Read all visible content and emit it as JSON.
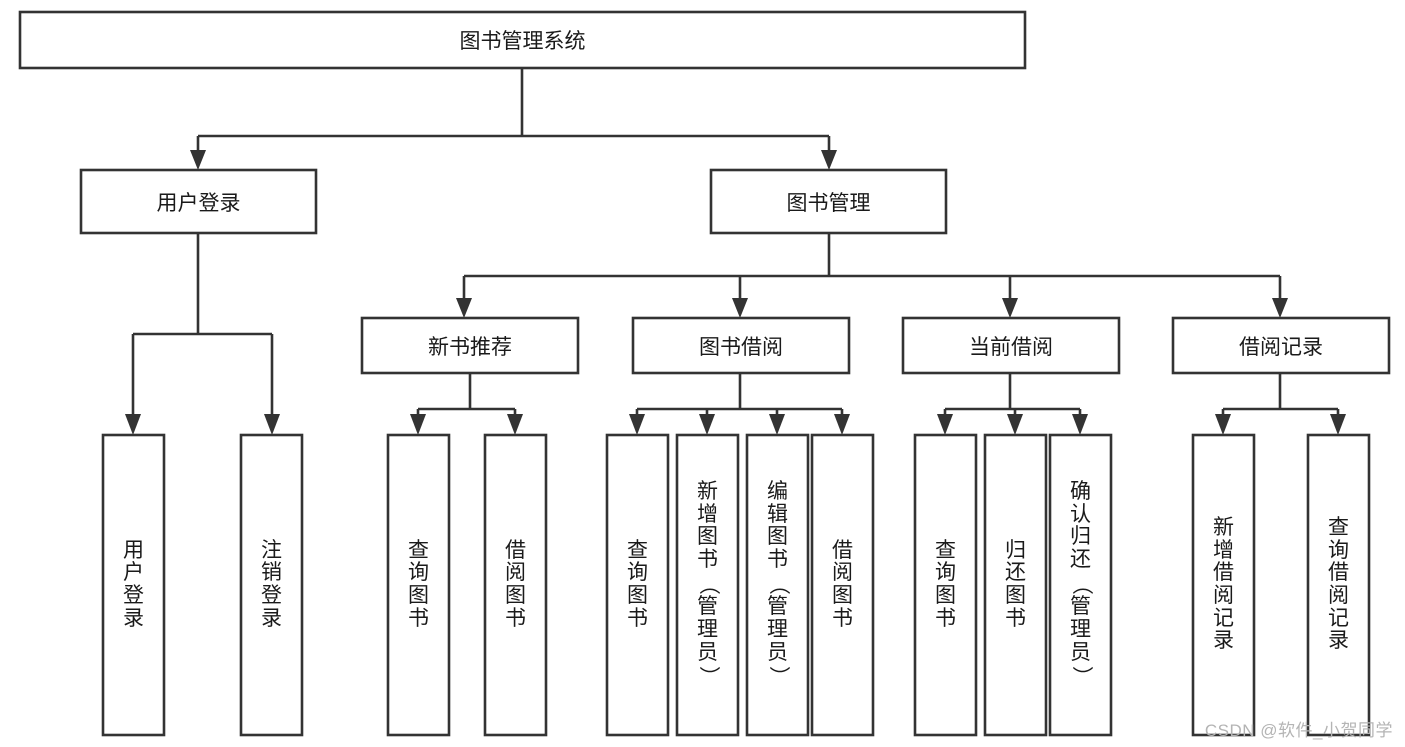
{
  "diagram": {
    "title": "图书管理系统",
    "type": "hierarchy-tree",
    "root": {
      "label": "图书管理系统",
      "children": [
        {
          "label": "用户登录",
          "children": [
            {
              "label": "用户登录"
            },
            {
              "label": "注销登录"
            }
          ]
        },
        {
          "label": "图书管理",
          "children": [
            {
              "label": "新书推荐",
              "children": [
                {
                  "label": "查询图书"
                },
                {
                  "label": "借阅图书"
                }
              ]
            },
            {
              "label": "图书借阅",
              "children": [
                {
                  "label": "查询图书"
                },
                {
                  "label": "新增图书（管理员）"
                },
                {
                  "label": "编辑图书（管理员）"
                },
                {
                  "label": "借阅图书"
                }
              ]
            },
            {
              "label": "当前借阅",
              "children": [
                {
                  "label": "查询图书"
                },
                {
                  "label": "归还图书"
                },
                {
                  "label": "确认归还（管理员）"
                }
              ]
            },
            {
              "label": "借阅记录",
              "children": [
                {
                  "label": "新增借阅记录"
                },
                {
                  "label": "查询借阅记录"
                }
              ]
            }
          ]
        }
      ]
    },
    "colors": {
      "box_fill": "#ffffff",
      "box_stroke": "#333333",
      "text": "#1a1a1a",
      "background": "#ffffff",
      "watermark": "#b4b4b4"
    }
  },
  "nodes": {
    "root": "图书管理系统",
    "l1_user_login": "用户登录",
    "l1_book_manage": "图书管理",
    "l2_new_book": "新书推荐",
    "l2_book_borrow": "图书借阅",
    "l2_current_borrow": "当前借阅",
    "l2_borrow_record": "借阅记录",
    "leaf_user_login": "用户登录",
    "leaf_logout": "注销登录",
    "leaf_nb_query": "查询图书",
    "leaf_nb_borrow": "借阅图书",
    "leaf_bb_query": "查询图书",
    "leaf_bb_add": "新增图书（管理员）",
    "leaf_bb_edit": "编辑图书（管理员）",
    "leaf_bb_borrow": "借阅图书",
    "leaf_cb_query": "查询图书",
    "leaf_cb_return": "归还图书",
    "leaf_cb_confirm": "确认归还（管理员）",
    "leaf_br_add": "新增借阅记录",
    "leaf_br_query": "查询借阅记录"
  },
  "watermark": {
    "text": "CSDN @软件_小贺同学"
  }
}
